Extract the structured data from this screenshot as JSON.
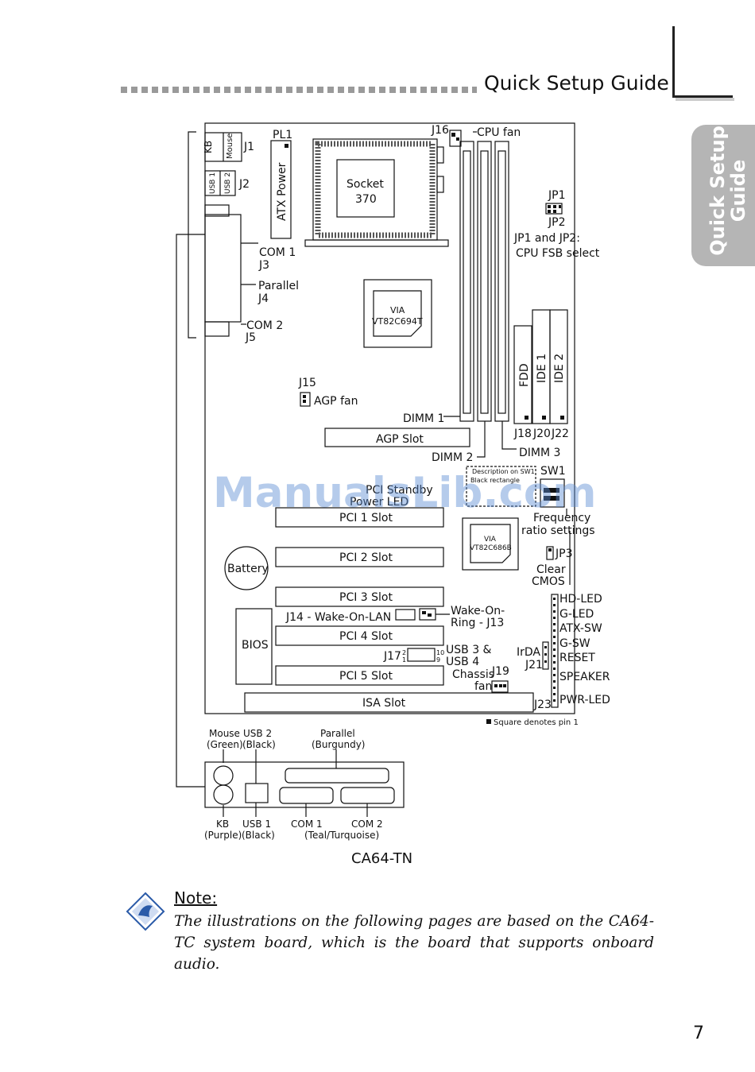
{
  "header": {
    "title": "Quick Setup Guide"
  },
  "side_tab": {
    "line1": "Quick Setup",
    "line2": "Guide"
  },
  "board": {
    "kb": "KB",
    "mouse": "Mouse",
    "j1": "J1",
    "usb1": "USB 1",
    "usb2": "USB 2",
    "j2": "J2",
    "pl1": "PL1",
    "atx_power": "ATX Power",
    "socket1": "Socket",
    "socket2": "370",
    "j16": "J16",
    "cpu_fan": "CPU fan",
    "jp1": "JP1",
    "jp2": "JP2",
    "jp_desc1": "JP1 and JP2:",
    "jp_desc2": "CPU FSB select",
    "com1": "COM 1",
    "j3": "J3",
    "parallel": "Parallel",
    "j4": "J4",
    "com2": "COM 2",
    "j5": "J5",
    "northbridge1": "VIA",
    "northbridge2": "VT82C694T",
    "fdd": "FDD",
    "ide1": "IDE 1",
    "ide2": "IDE 2",
    "j15": "J15",
    "agp_fan": "AGP fan",
    "dimm1": "DIMM 1",
    "dimm2": "DIMM 2",
    "dimm3": "DIMM 3",
    "j18": "J18",
    "j20": "J20",
    "j22": "J22",
    "agp_slot": "AGP Slot",
    "sw1": "SW1",
    "sw_desc1": "Description on SW1",
    "sw_desc2": "Black rectangle",
    "pci_standby1": "PCI Standby",
    "pci_standby2": "Power LED",
    "pci1": "PCI 1 Slot",
    "pci2": "PCI 2 Slot",
    "pci3": "PCI 3 Slot",
    "pci4": "PCI 4 Slot",
    "pci5": "PCI 5 Slot",
    "isa": "ISA Slot",
    "battery": "Battery",
    "bios": "BIOS",
    "southbridge1": "VIA",
    "southbridge2": "VT82C686B",
    "freq1": "Frequency",
    "freq2": "ratio settings",
    "jp3": "JP3",
    "clear1": "Clear",
    "clear2": "CMOS",
    "j14": "J14 - Wake-On-LAN",
    "wor1": "Wake-On-",
    "wor2": "Ring - J13",
    "j17": "J17",
    "pin2": "2",
    "pin1": "1",
    "pin10": "10",
    "pin9": "9",
    "usb34a": "USB 3 &",
    "usb34b": "USB 4",
    "chassis1": "Chassis",
    "chassis2": "fan",
    "j19": "J19",
    "irda": "IrDA",
    "j21": "J21",
    "j23": "J23",
    "hdled": "HD-LED",
    "gled": "G-LED",
    "atxsw": "ATX-SW",
    "gsw": "G-SW",
    "reset": "RESET",
    "speaker": "SPEAKER",
    "pwrled": "PWR-LED",
    "square_note": "Square denotes pin 1"
  },
  "io_panel": {
    "mouse": "Mouse",
    "green": "(Green)",
    "usb2": "USB 2",
    "black1": "(Black)",
    "parallel": "Parallel",
    "burgundy": "(Burgundy)",
    "kb": "KB",
    "purple": "(Purple)",
    "usb1": "USB 1",
    "black2": "(Black)",
    "com1": "COM 1",
    "com2": "COM 2",
    "teal": "(Teal/Turquoise)"
  },
  "caption": "CA64-TN",
  "watermark": "ManualsLib.com",
  "note": {
    "label": "Note:",
    "text": "The illustrations on the following pages are based on the CA64-TC system board, which is the board that supports onboard audio."
  },
  "page_number": "7"
}
